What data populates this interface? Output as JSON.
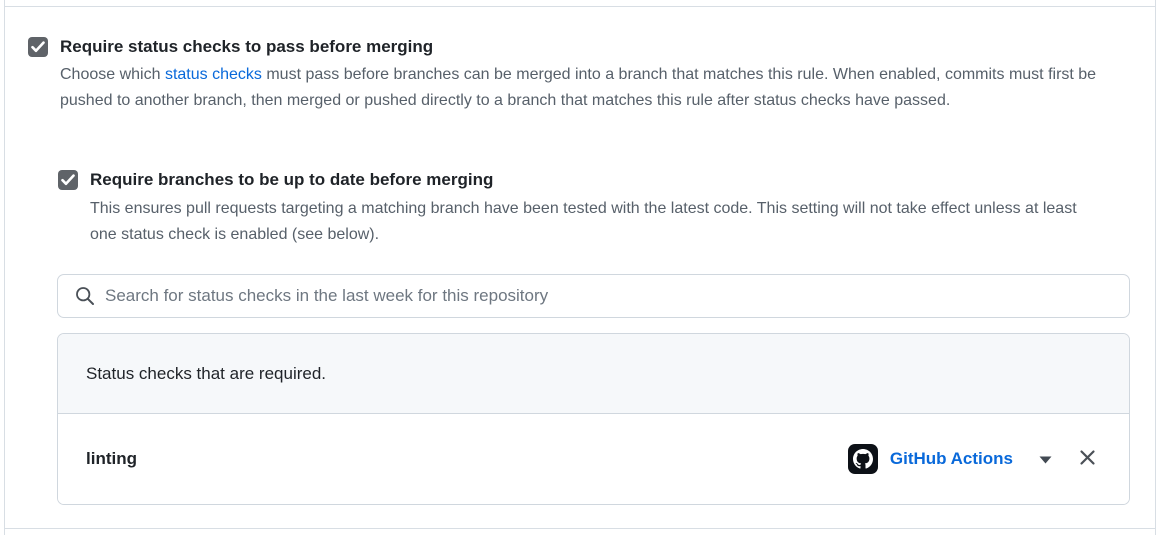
{
  "colors": {
    "link_blue": "#0969da",
    "heading_text": "#1f2328",
    "muted_text": "#57606a",
    "border": "#d0d7de",
    "panel_header_bg": "#f6f8fa",
    "checkbox_fill": "#5f6368",
    "github_avatar_bg": "#0d1117"
  },
  "status_checks_rule": {
    "checked": true,
    "title": "Require status checks to pass before merging",
    "description_before": "Choose which ",
    "description_link": "status checks",
    "description_after": " must pass before branches can be merged into a branch that matches this rule. When enabled, commits must first be pushed to another branch, then merged or pushed directly to a branch that matches this rule after status checks have passed."
  },
  "up_to_date_rule": {
    "checked": true,
    "title": "Require branches to be up to date before merging",
    "description": "This ensures pull requests targeting a matching branch have been tested with the latest code. This setting will not take effect unless at least one status check is enabled (see below)."
  },
  "search": {
    "placeholder": "Search for status checks in the last week for this repository",
    "value": ""
  },
  "status_checks_panel": {
    "header": "Status checks that are required.",
    "items": [
      {
        "name": "linting",
        "app_label": "GitHub Actions",
        "app_icon": "github-logo"
      }
    ]
  }
}
